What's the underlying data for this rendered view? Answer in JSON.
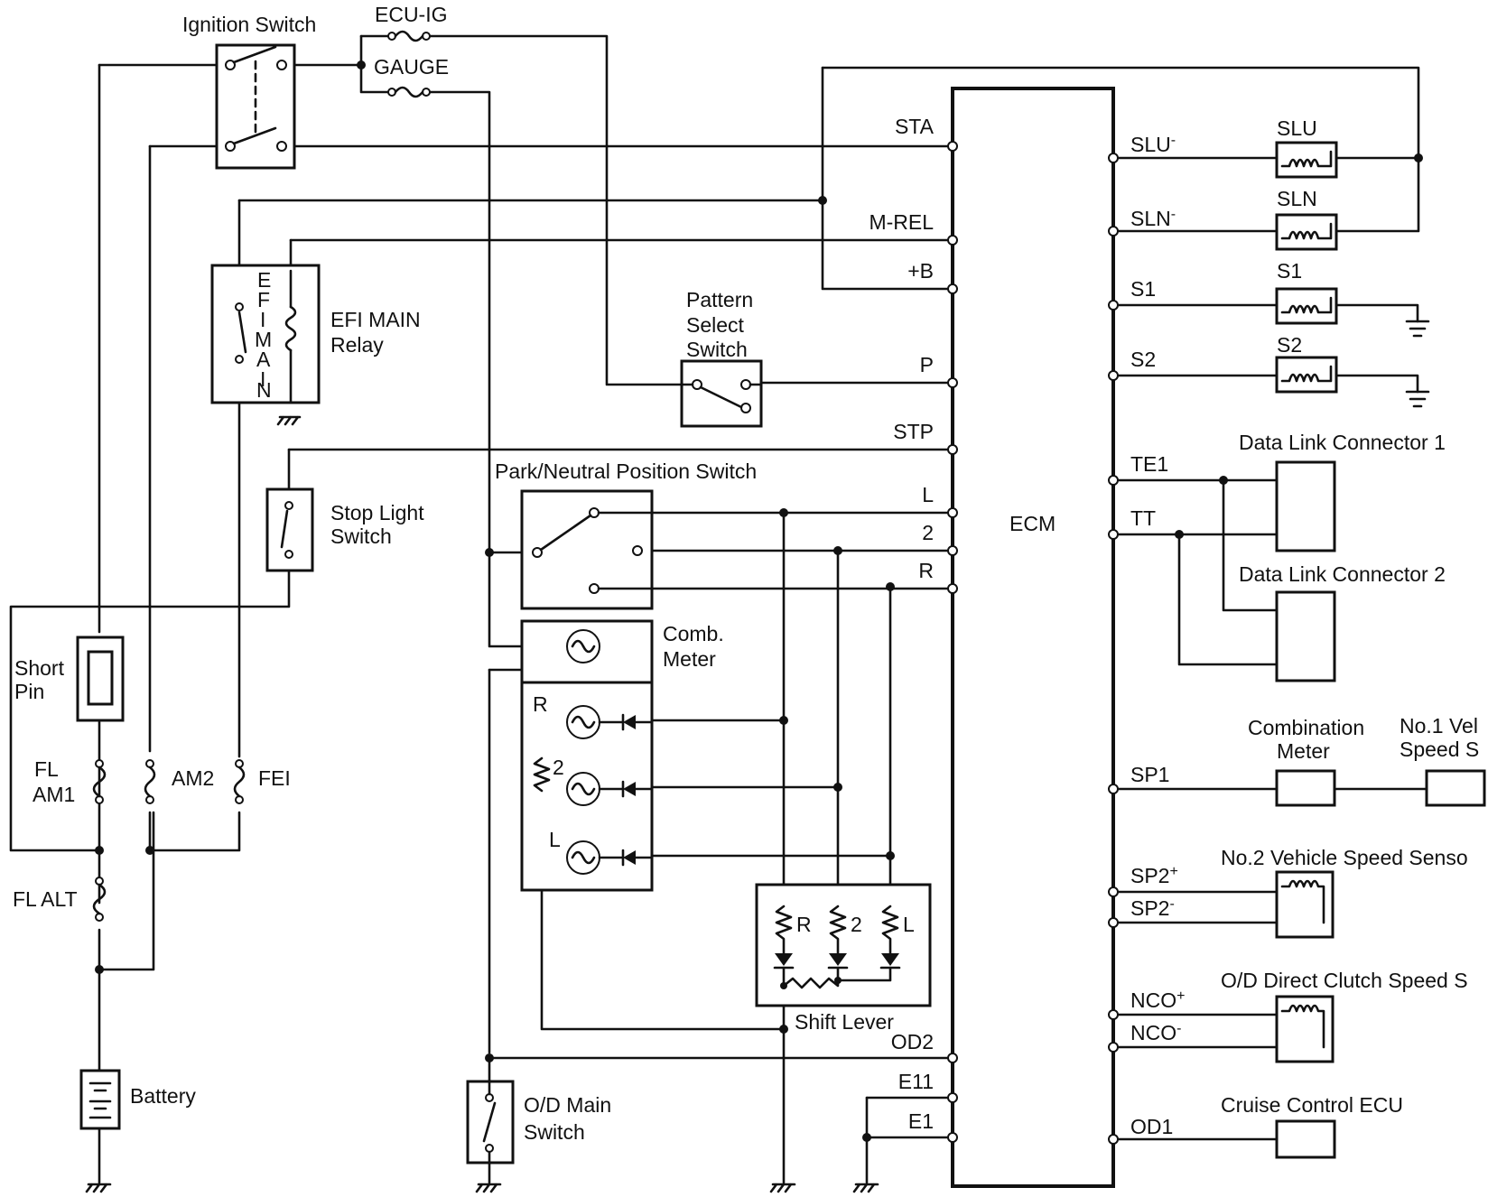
{
  "components": {
    "ignition_switch": "Ignition Switch",
    "ecu_ig": "ECU-IG",
    "gauge": "GAUGE",
    "efi_main_relay": [
      "EFI MAIN",
      "Relay"
    ],
    "efi_main_vertical": [
      "E",
      "F",
      "I",
      "M",
      "A",
      "I",
      "N"
    ],
    "pattern_select_switch": [
      "Pattern",
      "Select",
      "Switch"
    ],
    "stop_light_switch": [
      "Stop Light",
      "Switch"
    ],
    "park_neutral_switch": "Park/Neutral Position Switch",
    "comb_meter": [
      "Comb.",
      "Meter"
    ],
    "short_pin": [
      "Short",
      "Pin"
    ],
    "fl_am1": [
      "FL",
      "AM1"
    ],
    "am2": "AM2",
    "fei": "FEI",
    "fl_alt": "FL ALT",
    "battery": "Battery",
    "od_main_switch": [
      "O/D Main",
      "Switch"
    ],
    "shift_lever": "Shift Lever",
    "shift_lever_positions": [
      "R",
      "2",
      "L"
    ],
    "meter_lamps": [
      "R",
      "2",
      "L"
    ],
    "ecm": "ECM",
    "slu": "SLU",
    "sln": "SLN",
    "s1": "S1",
    "s2": "S2",
    "dlc1": "Data Link Connector  1",
    "dlc2": "Data Link Connector  2",
    "combination_meter": [
      "Combination",
      "Meter"
    ],
    "no1_vss": [
      "No.1 Vel",
      "Speed S"
    ],
    "no2_vss": "No.2 Vehicle Speed Senso",
    "od_clutch_sensor": "O/D Direct Clutch Speed S",
    "cruise_ecu": "Cruise Control ECU"
  },
  "ecm_left_pins": [
    "STA",
    "M-REL",
    "+B",
    "P",
    "STP",
    "L",
    "2",
    "R",
    "OD2",
    "E11",
    "E1"
  ],
  "ecm_right_pins": [
    {
      "name": "SLU",
      "sup": "-"
    },
    {
      "name": "SLN",
      "sup": "-"
    },
    {
      "name": "S1",
      "sup": ""
    },
    {
      "name": "S2",
      "sup": ""
    },
    {
      "name": "TE1",
      "sup": ""
    },
    {
      "name": "TT",
      "sup": ""
    },
    {
      "name": "SP1",
      "sup": ""
    },
    {
      "name": "SP2",
      "sup": "+"
    },
    {
      "name": "SP2",
      "sup": "-"
    },
    {
      "name": "NCO",
      "sup": "+"
    },
    {
      "name": "NCO",
      "sup": "-"
    },
    {
      "name": "OD1",
      "sup": ""
    }
  ]
}
